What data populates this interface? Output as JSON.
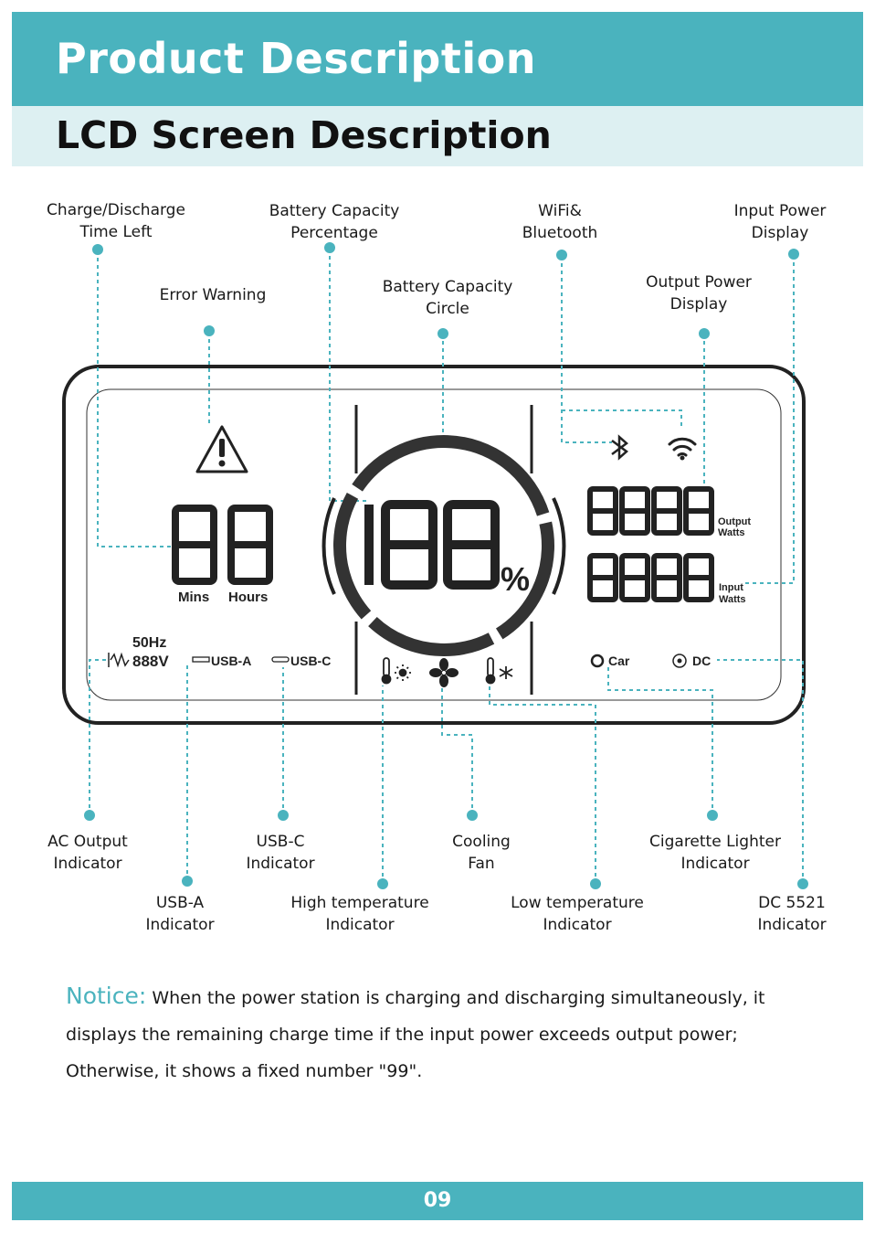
{
  "header": {
    "title": "Product Description"
  },
  "subheader": {
    "title": "LCD Screen Description"
  },
  "labels": {
    "charge_time": [
      "Charge/Discharge",
      "Time Left"
    ],
    "battery_pct": [
      "Battery Capacity",
      "Percentage"
    ],
    "wifi_bt": [
      "WiFi&",
      "Bluetooth"
    ],
    "input_power": [
      "Input Power",
      "Display"
    ],
    "error_warning": [
      "Error Warning"
    ],
    "battery_circle": [
      "Battery Capacity",
      "Circle"
    ],
    "output_power": [
      "Output Power",
      "Display"
    ],
    "ac_output": [
      "AC Output",
      "Indicator"
    ],
    "usbc": [
      "USB-C",
      "Indicator"
    ],
    "cooling_fan": [
      "Cooling",
      "Fan"
    ],
    "cig_lighter": [
      "Cigarette Lighter",
      "Indicator"
    ],
    "usba": [
      "USB-A",
      "Indicator"
    ],
    "high_temp": [
      "High temperature",
      "Indicator"
    ],
    "low_temp": [
      "Low temperature",
      "Indicator"
    ],
    "dc5521": [
      "DC 5521",
      "Indicator"
    ]
  },
  "lcd": {
    "time_digits": "88",
    "mins": "Mins",
    "hours": "Hours",
    "percent_digits": "188",
    "percent_sign": "%",
    "out_digits": "8888",
    "output_watts": [
      "Output",
      "Watts"
    ],
    "in_digits": "8888",
    "input_watts": [
      "Input",
      "Watts"
    ],
    "hz": "50Hz",
    "voltage": "888V",
    "usba": "USB-A",
    "usbc": "USB-C",
    "car": "Car",
    "dc": "DC"
  },
  "notice": {
    "label": "Notice:",
    "text": " When the power station is charging and discharging simultaneously, it displays the remaining charge time if the input power exceeds output power; Otherwise, it shows a fixed number \"99\"."
  },
  "footer": {
    "page": "09"
  },
  "colors": {
    "accent": "#4ab3be",
    "light": "#ddf0f2",
    "lcd": "#222222"
  }
}
